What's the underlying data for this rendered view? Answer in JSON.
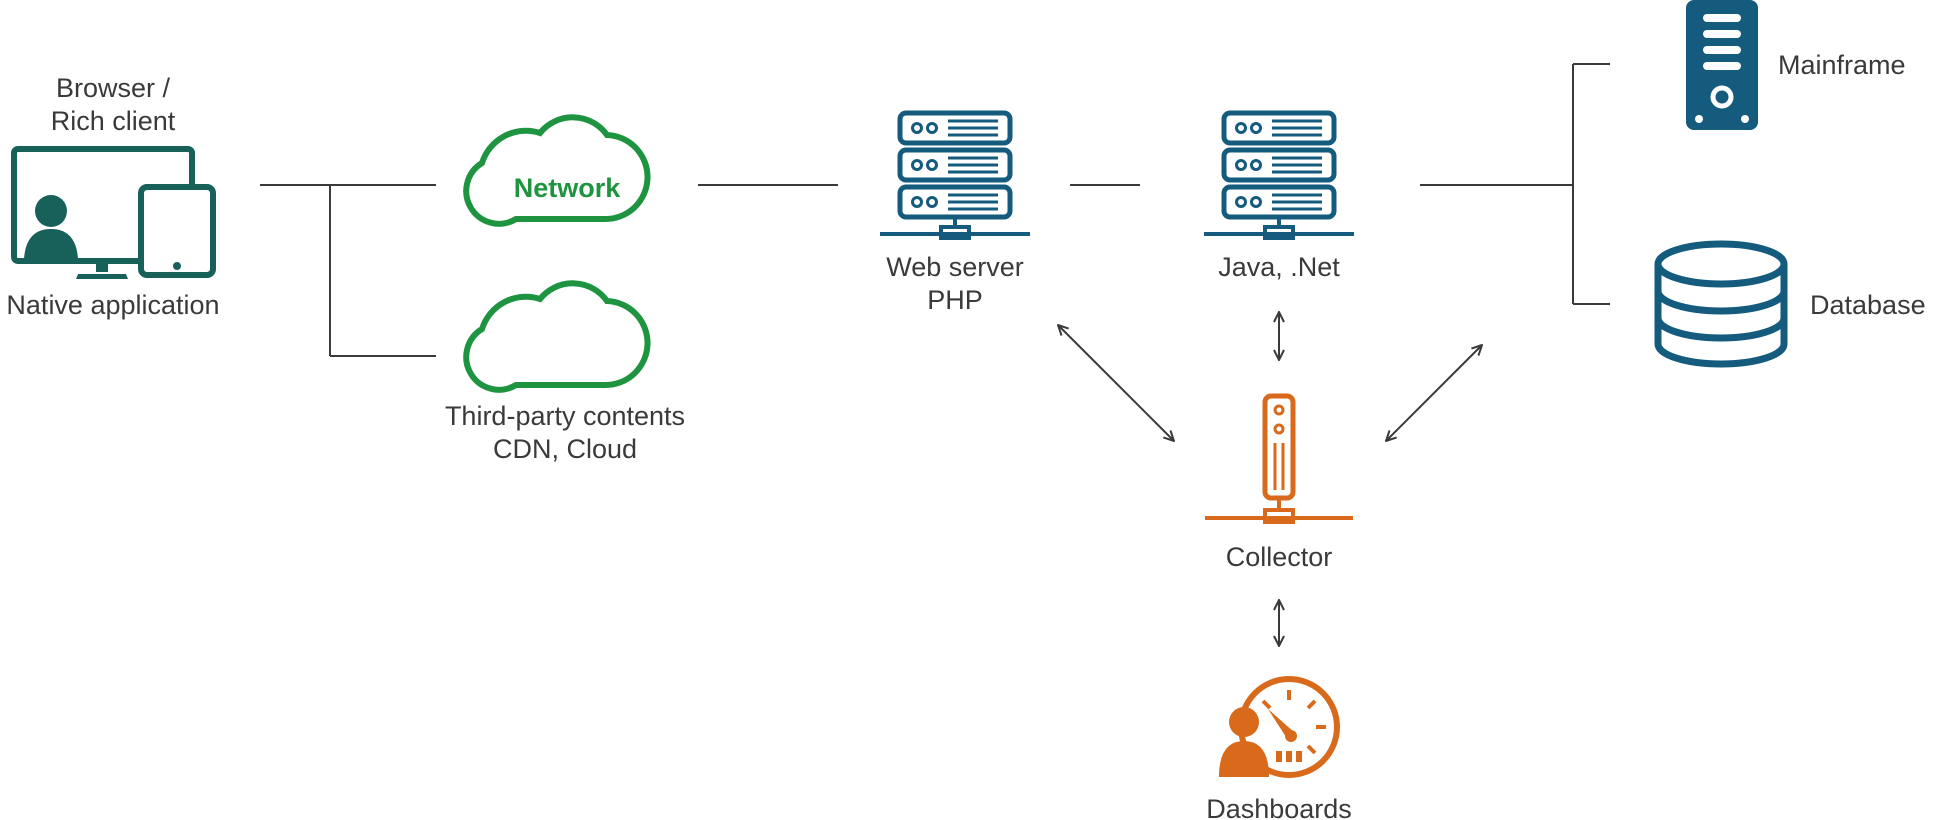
{
  "colors": {
    "client": "#17615a",
    "network": "#1e9440",
    "server": "#145b7d",
    "collector": "#d96a1c",
    "line": "#3a3a3a",
    "text": "#3a3a3a"
  },
  "client": {
    "label_line1": "Browser /",
    "label_line2": "Rich client",
    "label_bottom": "Native application",
    "icon": "desktop-tablet-user-icon"
  },
  "network": {
    "cloud_text": "Network",
    "icon": "cloud-icon"
  },
  "third_party": {
    "label_line1": "Third-party contents",
    "label_line2": "CDN, Cloud",
    "icon": "cloud-icon"
  },
  "web_server": {
    "label_line1": "Web server",
    "label_line2": "PHP",
    "icon": "server-rack-icon"
  },
  "app_server": {
    "label": "Java, .Net",
    "icon": "server-rack-icon"
  },
  "mainframe": {
    "label": "Mainframe",
    "icon": "tower-server-icon"
  },
  "database": {
    "label": "Database",
    "icon": "database-icon"
  },
  "collector": {
    "label": "Collector",
    "icon": "collector-icon"
  },
  "dashboards": {
    "label": "Dashboards",
    "icon": "dashboard-gauge-user-icon"
  }
}
